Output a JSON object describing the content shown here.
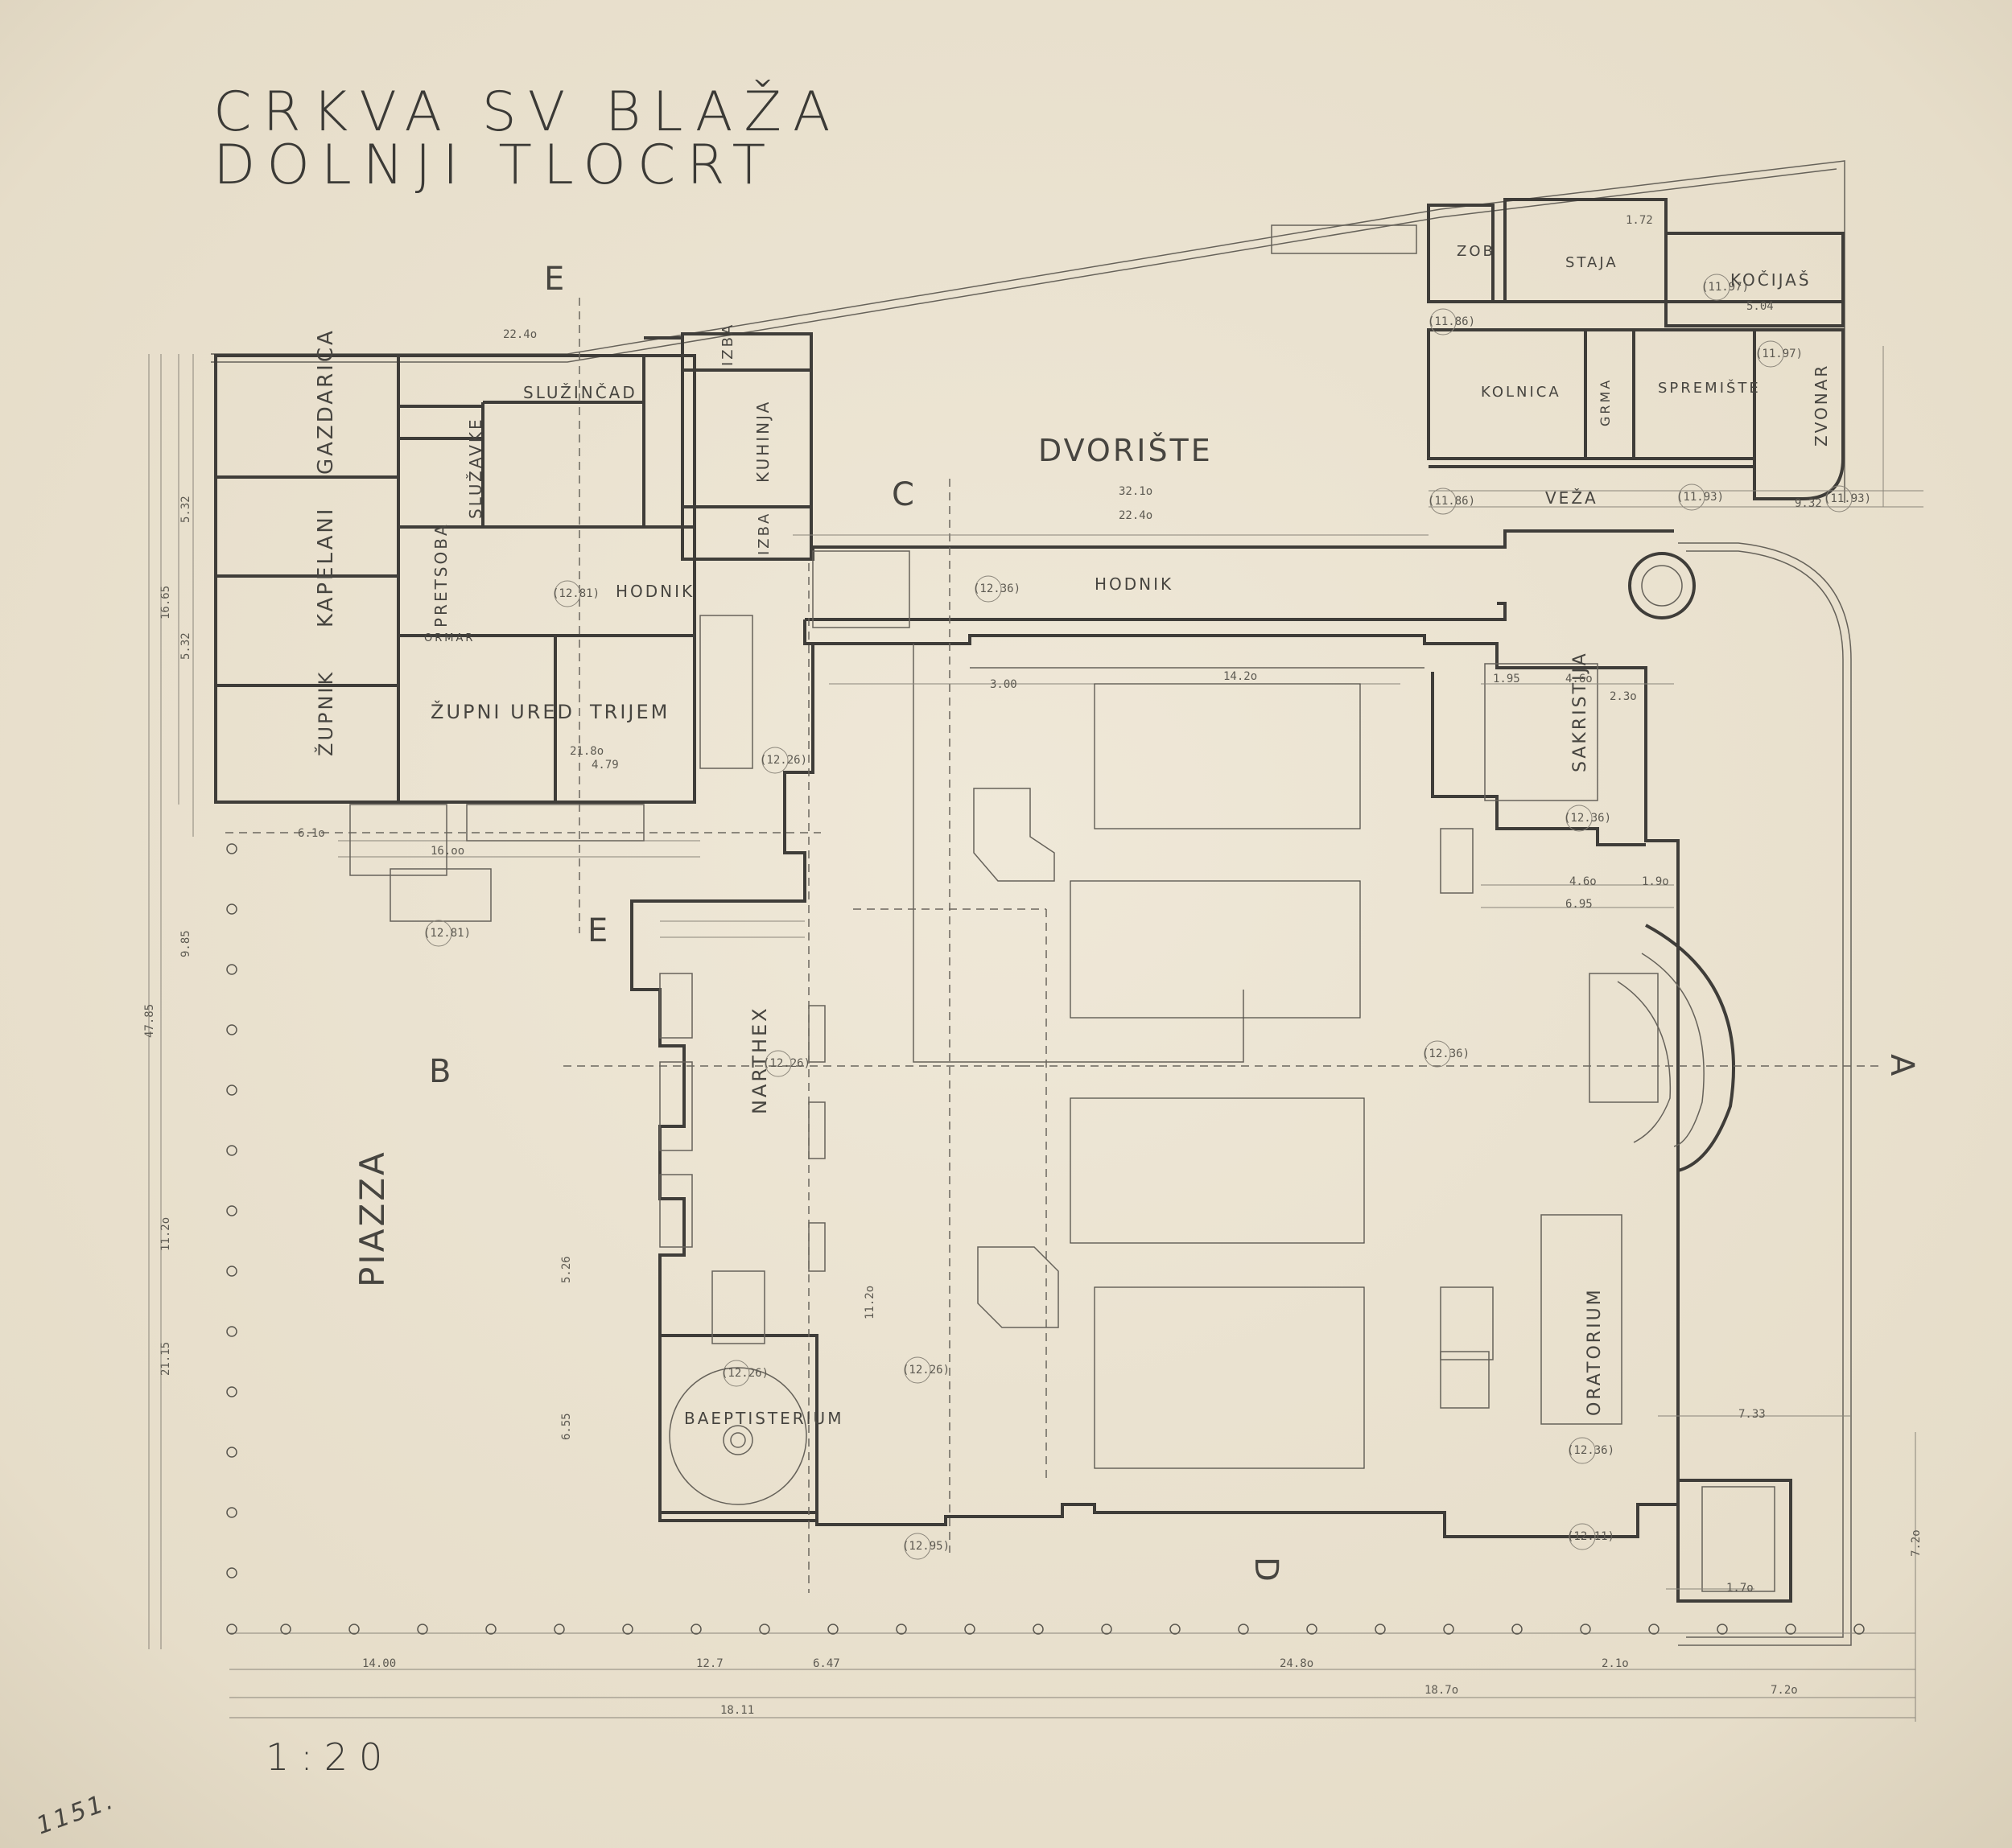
{
  "title": {
    "line1": "CRKVA SV BLAŽA",
    "line2": "DOLNJI TLOCRT"
  },
  "rooms": {
    "gazdarica": "GAZDARICA",
    "kapelani": "KAPELANI",
    "zupnik": "ŽUPNIK",
    "sluzincad": "SLUŽINČAD",
    "sluzavke": "SLUŽAVKE",
    "pretsoba": "PRETSOBA",
    "zupni_ured": "ŽUPNI URED",
    "trijem": "TRIJEM",
    "kuhinja": "KUHINJA",
    "izba_top": "IZBA",
    "izba_bottom": "IZBA",
    "hodnik_left": "HODNIK",
    "hodnik_right": "HODNIK",
    "ormar": "ORMAR",
    "dvoriste": "DVORIŠTE",
    "zob": "ZOB",
    "staja": "STAJA",
    "kocijas": "KOČIJAŠ",
    "kolnica": "KOLNICA",
    "grma": "GRMA",
    "spremiste": "SPREMIŠTE",
    "zvonar": "ZVONAR",
    "veza": "VEŽA",
    "sakristija": "SAKRISTIJA",
    "narthex": "NARTHEX",
    "baeptisterium": "BAEPTISTERIUM",
    "oratorium": "ORATORIUM",
    "piazza": "PIAZZA"
  },
  "section_marks": {
    "top": "E",
    "bottom": "E",
    "left": "B",
    "right": "A",
    "apse": "C",
    "lower": "D"
  },
  "dimensions": {
    "d1": "22.4o",
    "d2": "32.1o",
    "d3": "22.4o",
    "d4": "14.2o",
    "d5": "6.95",
    "d6": "16.oo",
    "d7": "6.1o",
    "d8": "24.8o",
    "d9": "18.7o",
    "d10": "7.2o",
    "d11": "14.00",
    "d12": "12.7",
    "d13": "6.47",
    "d14": "2.1o",
    "d15": "18.11",
    "d16": "47.85",
    "d17": "16.65",
    "d18": "11.2o",
    "d19": "21.15",
    "d20": "9.85",
    "d21": "5.32",
    "d22": "5.32",
    "d23": "9.32",
    "d24": "4.79",
    "d25": "21.8o",
    "d26": "5.26",
    "d27": "6.55",
    "d28": "11.2o",
    "d29": "4.6o",
    "d30": "1.95",
    "d31": "4.6o",
    "d32": "7.33",
    "d33": "1.9o",
    "d34": "3.00",
    "d35": "2.3o",
    "d36": "7.2o",
    "d37": "1.72",
    "d38": "5.04",
    "d39": "1.7o"
  },
  "levels": {
    "l1": "(12.36)",
    "l2": "(12.81)",
    "l3": "(12.81)",
    "l4": "(12.26)",
    "l5": "(12.26)",
    "l6": "(12.36)",
    "l7": "(12.36)",
    "l8": "(12.26)",
    "l9": "(12.95)",
    "l10": "(12.11)",
    "l11": "(11.86)",
    "l12": "(11.86)",
    "l13": "(11.97)",
    "l14": "(11.97)",
    "l15": "(11.93)",
    "l16": "(11.93)",
    "l17": "(12.36)",
    "l18": "(12.26)"
  },
  "scale": "1:20",
  "sheet_number": "1151."
}
